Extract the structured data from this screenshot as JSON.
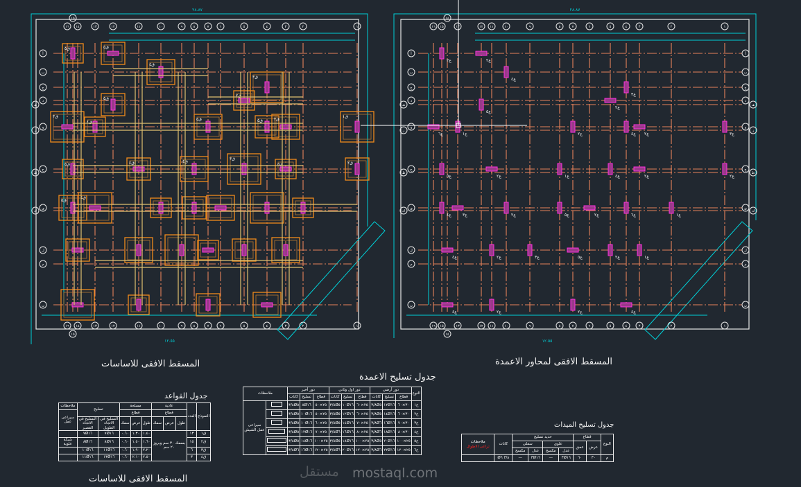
{
  "titles": {
    "foundations_plan": "المسقط الافقى للاساسات",
    "columns_axes_plan": "المسقط الافقى لمحاور الاعمدة",
    "columns_table": "جدول تسليح الاعمدة",
    "footings_table": "جدول القواعد",
    "footings_plan_caption": "المسقط الافقى للاساسات",
    "stairs_table": "جدول تسليح الميدات"
  },
  "plan": {
    "col_labels": [
      "١٦",
      "١٥",
      "١٤",
      "١٣",
      "١٢",
      "١١",
      "١٠",
      "٩",
      "٨",
      "٧",
      "٦",
      "٥",
      "٤",
      "٣",
      "٢",
      "١"
    ],
    "row_labels": [
      "أ",
      "ب",
      "ج",
      "د",
      "هـ",
      "و",
      "ز",
      "ح",
      "ط",
      "ي",
      "ك",
      "ل",
      "م",
      "ن"
    ],
    "overall_dim": "٢٨.٨٧",
    "bottom_dim": "١٢.٥٥",
    "footing_labels": [
      "ق٥",
      "ق٥",
      "ق٤",
      "ق٣",
      "ق٢",
      "ق٥",
      "ق٥",
      "ق٣",
      "ق٤",
      "ق٥",
      "ق٢",
      "ق١",
      "ق٥",
      "ق٤",
      "ق٤",
      "ق٣",
      "ق٥",
      "ق٢",
      "ق٥",
      "ق٤"
    ],
    "column_labels": [
      "ع٢",
      "ع٢",
      "ع٤",
      "ع٣",
      "ع٢",
      "ع٥",
      "ع٢",
      "ع٦",
      "ع١",
      "ع٤",
      "ع٢",
      "ع٣",
      "ع٥",
      "ع٢",
      "ع١",
      "ع٤"
    ]
  },
  "columns_table": {
    "headers": {
      "type": "النوع",
      "ground": "دور أرضي",
      "first_second": "دور اول وثاني",
      "last": "دور أخير",
      "notes": "ملاحظات",
      "section": "قطاع",
      "rebar": "تسليح",
      "stirrups": "كانات"
    },
    "note": "سيراعى عمل الشيش",
    "rows": [
      {
        "type": "ع١",
        "g": [
          "٣٠×٦٠",
          "١٢Ø١٦",
          "٣/٨Ø٥"
        ],
        "f": [
          "٢٥×٦٠",
          "١٠Ø١٦",
          "٣/٨Ø٥"
        ],
        "l": [
          "٢٥×٥٠",
          "٨Ø١٦",
          "٣/٨Ø٥"
        ]
      },
      {
        "type": "ع٢",
        "g": [
          "٣٠×٦٠",
          "١٤Ø١٦",
          "٣/٨Ø٥"
        ],
        "f": [
          "٢٥×٦٠",
          "١٢Ø١٦",
          "٣/٨Ø٥"
        ],
        "l": [
          "٢٥×٥٠",
          "١٠Ø١٦",
          "٣/٨Ø٥"
        ]
      },
      {
        "type": "ع٣",
        "g": [
          "٣٠×٧٠",
          "١٦Ø١٦",
          "٣/٨Ø٦"
        ],
        "f": [
          "٢٥×٧٠",
          "١٤Ø١٦",
          "٣/٨Ø٥"
        ],
        "l": [
          "٢٥×٦٠",
          "١٠Ø١٦",
          "٣/٨Ø٥"
        ]
      },
      {
        "type": "ع٤",
        "g": [
          "٣٠×٨٠",
          "١٨Ø١٦",
          "٣/٨Ø٦"
        ],
        "f": [
          "٢٥×٨٠",
          "١٦Ø١٦",
          "٣/٨Ø٦"
        ],
        "l": [
          "٢٥×٧٠",
          "١٢Ø١٦",
          "٣/٨Ø٥"
        ]
      },
      {
        "type": "ع٥",
        "g": [
          "٢٥×١٠٠",
          "٢٠Ø١٦",
          "٣/٨Ø٥"
        ],
        "f": [
          "٢٥×١٠٠",
          "١٨Ø١٦",
          "٣/٨Ø٥"
        ],
        "l": [
          "٢٥×١٠٠",
          "١٤Ø١٦",
          "٣/٨Ø٥"
        ]
      },
      {
        "type": "ع٦",
        "g": [
          "٢٥×١٢٠",
          "٢٢Ø١٦",
          "٣/٨Ø٦"
        ],
        "f": [
          "٢٥×١٢٠",
          "٢٠Ø١٦",
          "٣/٨Ø٦"
        ],
        "l": [
          "٢٥×١٢٠",
          "١٦Ø١٦",
          "٣/٨Ø٦"
        ]
      }
    ]
  },
  "footings_table": {
    "headers": {
      "model": "النموذج",
      "count": "العدد",
      "plain": "عادية",
      "reinforced": "مسلحة",
      "rebar": "تسليح",
      "notes": "ملاحظات",
      "section": "قطاع",
      "length": "طول",
      "width": "عرض",
      "depth": "سمك",
      "long_rebar": "التسليح في الاتجاه الطويل",
      "short_rebar": "التسليح في الاتجاه القصير"
    },
    "plain_note": "بسمك ٣٠ سم وبروز ٢٠ سم",
    "notes": [
      "سيراعى عمل",
      "شبكة علوية"
    ],
    "rows": [
      {
        "model": "ق١",
        "count": "١٣",
        "l": "١.٤٠",
        "w": "١.٣٠",
        "d": "٠.٦٠",
        "long": "٧Ø١٦",
        "short": "٧Ø١٦"
      },
      {
        "model": "ق٢",
        "count": "١٥",
        "l": "١.٦٠",
        "w": "١.٥٠",
        "d": "٠.٦٠",
        "long": "٨Ø١٦",
        "short": "٨Ø١٦"
      },
      {
        "model": "ق٣",
        "count": "٦",
        "l": "٢.٢٠",
        "w": "١.٩٠",
        "d": "٠.٦٠",
        "long": "١١Ø١٦",
        "short": "١٠Ø١٦"
      },
      {
        "model": "ق٤",
        "count": "٣",
        "l": "٢.٥٠",
        "w": "٢.١٠",
        "d": "٠.٦٠",
        "long": "١٣Ø١٦",
        "short": "١١Ø١٦"
      }
    ]
  },
  "stairs_table": {
    "headers": {
      "type": "النوع",
      "section": "قطاع",
      "width": "عرض",
      "depth": "عمق",
      "rebar": "حديد تسليح",
      "top": "علوي",
      "bottom": "سفلي",
      "straight": "عدل",
      "bent": "مكسح",
      "stirrups": "كانات",
      "notes": "ملاحظات"
    },
    "note": "تراعى الاطوال",
    "row": {
      "type": "م",
      "width": "٣٠",
      "depth": "٦٠",
      "top_straight": "٣Ø١٦",
      "top_bent": "—",
      "bottom_straight": "٣Ø١٦",
      "bottom_bent": "—",
      "stirrups": "٣/٨ Ø٦"
    }
  },
  "watermark": {
    "text": "mostaql.com",
    "logo": "مستقل"
  }
}
